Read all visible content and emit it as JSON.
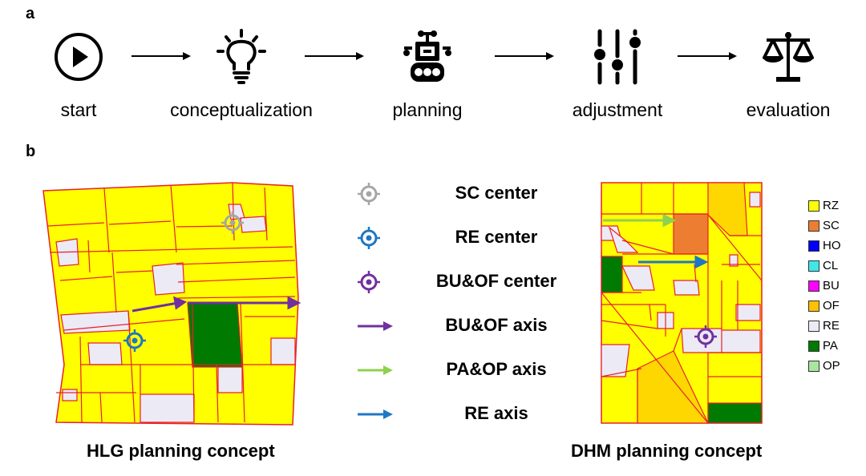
{
  "panel_labels": {
    "a": "a",
    "b": "b"
  },
  "workflow": {
    "steps": [
      {
        "label": "start",
        "icon": "play-circle-icon"
      },
      {
        "label": "conceptualization",
        "icon": "lightbulb-icon"
      },
      {
        "label": "planning",
        "icon": "robot-icon"
      },
      {
        "label": "adjustment",
        "icon": "sliders-icon"
      },
      {
        "label": "evaluation",
        "icon": "scales-icon"
      }
    ]
  },
  "maps": {
    "hlg_title": "HLG planning concept",
    "dhm_title": "DHM planning concept"
  },
  "legend": {
    "markers": [
      {
        "label": "SC center",
        "color": "#a6a6a6",
        "icon": "sc-center-target-icon"
      },
      {
        "label": "RE center",
        "color": "#1f77c4",
        "icon": "re-center-target-icon"
      },
      {
        "label": "BU&OF center",
        "color": "#7030a0",
        "icon": "buof-center-target-icon"
      },
      {
        "label": "BU&OF axis",
        "color": "#7030a0",
        "icon": "buof-axis-arrow-icon"
      },
      {
        "label": "PA&OP axis",
        "color": "#8fd14f",
        "icon": "paop-axis-arrow-icon"
      },
      {
        "label": "RE axis",
        "color": "#1f77c4",
        "icon": "re-axis-arrow-icon"
      }
    ],
    "land_use": [
      {
        "code": "RZ",
        "color": "#ffff00"
      },
      {
        "code": "SC",
        "color": "#ed7d31"
      },
      {
        "code": "HO",
        "color": "#0000ff"
      },
      {
        "code": "CL",
        "color": "#3ee8e8"
      },
      {
        "code": "BU",
        "color": "#ff00ff"
      },
      {
        "code": "OF",
        "color": "#ffc000"
      },
      {
        "code": "RE",
        "color": "#eceaf5"
      },
      {
        "code": "PA",
        "color": "#007a00"
      },
      {
        "code": "OP",
        "color": "#a9e59e"
      }
    ]
  }
}
